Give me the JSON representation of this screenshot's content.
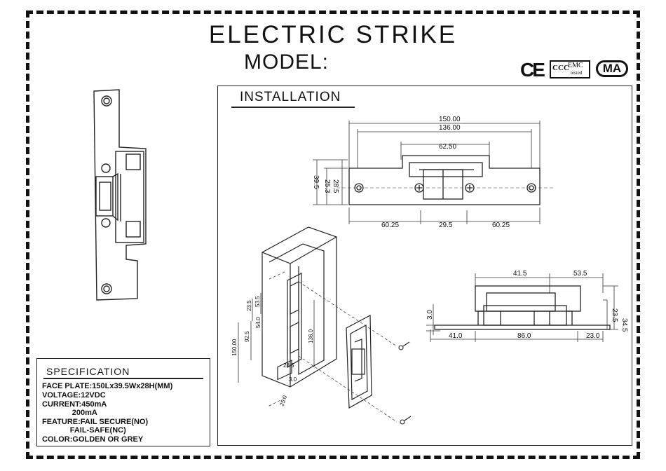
{
  "header": {
    "title": "ELECTRIC   STRIKE",
    "model_label": "MODEL:"
  },
  "certifications": {
    "ce": "CE",
    "ccc_box": "CCC",
    "emc": "EMC",
    "emc_tested": "tested",
    "ma": "MA"
  },
  "installation": {
    "title": "INSTALLATION",
    "front_view": {
      "overall_width": "150.00",
      "hole_spacing": "136.00",
      "body_width": "62.50",
      "height_25_3": "25.3",
      "height_39_5": "39.5",
      "height_28_5": "28.5",
      "left_segment": "60.25",
      "center_segment": "29.5",
      "right_segment": "60.25"
    },
    "side_view": {
      "top_left": "41.5",
      "top_right": "53.5",
      "left_plate": "3.0",
      "right_34_5": "34.5",
      "right_23_5": "23.5",
      "bottom_left": "41.0",
      "bottom_center": "86.0",
      "bottom_right": "23.0"
    },
    "door_frame": {
      "overall_150": "150.00",
      "dim_92_5": "92.5",
      "dim_54_0": "54.0",
      "dim_23_5": "23.5",
      "dim_53_5": "53.5",
      "dim_136_0": "136.0",
      "dim_28_5": "28.5",
      "dim_3_0": "3.0",
      "dim_25_0": "25.0"
    }
  },
  "specification": {
    "title": "SPECIFICATION",
    "lines": [
      "FACE PLATE:150Lx39.5Wx28H(MM)",
      "VOLTAGE:12VDC",
      "CURRENT:450mA",
      "              200mA",
      "FEATURE:FAIL SECURE(NO)",
      "             FAIL-SAFE(NC)",
      "COLOR:GOLDEN OR GREY"
    ]
  }
}
